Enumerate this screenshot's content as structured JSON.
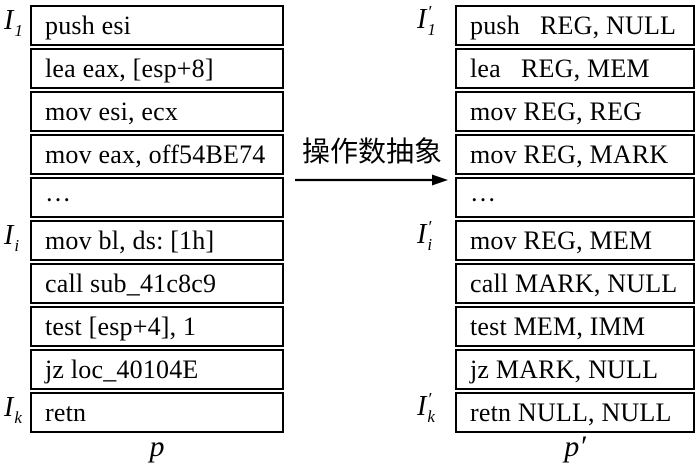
{
  "figure": {
    "transform_label": "操作数抽象",
    "left_panel": {
      "caption": "p",
      "rows": [
        {
          "text": "push esi",
          "marker": {
            "base": "I",
            "prime": false,
            "sub": "1"
          }
        },
        {
          "text": "lea eax, [esp+8]"
        },
        {
          "text": "mov esi, ecx"
        },
        {
          "text": "mov eax, off54BE74"
        },
        {
          "text": "…"
        },
        {
          "text": "mov bl, ds: [1h]",
          "marker": {
            "base": "I",
            "prime": false,
            "sub": "i"
          }
        },
        {
          "text": "call sub_41c8c9"
        },
        {
          "text": "test [esp+4], 1"
        },
        {
          "text": "jz loc_40104E"
        },
        {
          "text": "retn",
          "marker": {
            "base": "I",
            "prime": false,
            "sub": "k"
          }
        }
      ]
    },
    "right_panel": {
      "caption": "p′",
      "rows": [
        {
          "text": "push   REG, NULL",
          "marker": {
            "base": "I",
            "prime": true,
            "sub": "1"
          }
        },
        {
          "text": "lea   REG, MEM"
        },
        {
          "text": "mov REG, REG"
        },
        {
          "text": "mov REG, MARK"
        },
        {
          "text": "…"
        },
        {
          "text": "mov REG, MEM",
          "marker": {
            "base": "I",
            "prime": true,
            "sub": "i"
          }
        },
        {
          "text": "call MARK, NULL"
        },
        {
          "text": "test MEM, IMM"
        },
        {
          "text": "jz MARK, NULL"
        },
        {
          "text": "retn NULL, NULL",
          "marker": {
            "base": "I",
            "prime": true,
            "sub": "k"
          }
        }
      ]
    },
    "colors": {
      "ink": "#000000",
      "background": "#ffffff"
    },
    "prime_glyph": "′"
  }
}
